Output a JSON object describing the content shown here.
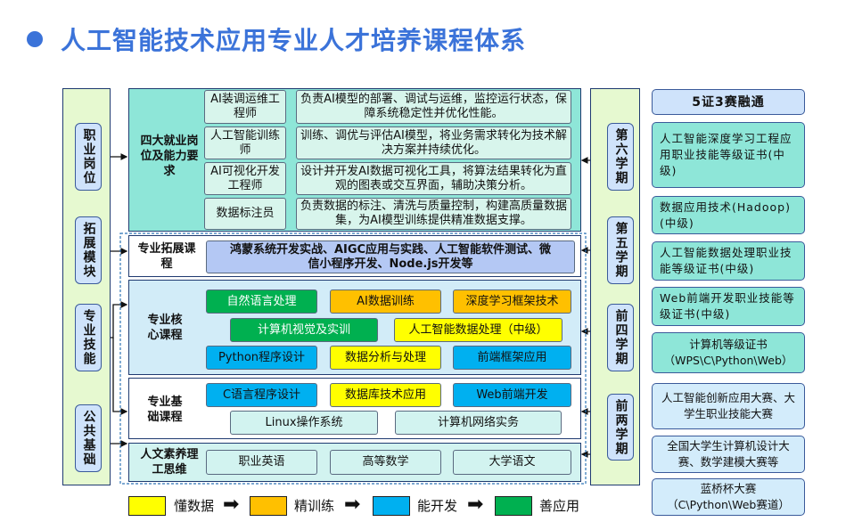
{
  "title": "人工智能技术应用专业人才培养课程体系",
  "left_modules": [
    "职业岗位",
    "拓展模块",
    "专业技能",
    "公共基础"
  ],
  "semesters": [
    "第六学期",
    "第五学期",
    "前四学期",
    "前两学期"
  ],
  "jobs": {
    "label": "四大就业岗位及能力要求",
    "items": [
      {
        "role": "AI装调运维工程师",
        "desc": "负责AI模型的部署、调试与运维，监控运行状态，保障系统稳定性并优化性能。"
      },
      {
        "role": "人工智能训练师",
        "desc": "训练、调优与评估AI模型，将业务需求转化为技术解决方案并持续优化。"
      },
      {
        "role": "AI可视化开发工程师",
        "desc": "设计并开发AI数据可视化工具，将算法结果转化为直观的图表或交互界面，辅助决策分析。"
      },
      {
        "role": "数据标注员",
        "desc": "负责数据的标注、清洗与质量控制，构建高质量数据集，为AI模型训练提供精准数据支撑。"
      }
    ]
  },
  "extension": {
    "label": "专业拓展课程",
    "content": "鸿蒙系统开发实战、AIGC应用与实践、人工智能软件测试、微信小程序开发、Node.js开发等"
  },
  "core": {
    "label": "专业核心课程",
    "courses": [
      "自然语言处理",
      "AI数据训练",
      "深度学习框架技术",
      "计算机视觉及实训",
      "人工智能数据处理（中级）",
      "Python程序设计",
      "数据分析与处理",
      "前端框架应用"
    ]
  },
  "basic": {
    "label": "专业基础课程",
    "courses": [
      "C语言程序设计",
      "数据库技术应用",
      "Web前端开发",
      "Linux操作系统",
      "计算机网络实务"
    ]
  },
  "humanities": {
    "label": "人文素养理工思维",
    "courses": [
      "职业英语",
      "高等数学",
      "大学语文"
    ]
  },
  "legend": [
    {
      "label": "懂数据",
      "color": "#ffff00"
    },
    {
      "label": "精训练",
      "color": "#ffc000"
    },
    {
      "label": "能开发",
      "color": "#00b0f0"
    },
    {
      "label": "善应用",
      "color": "#00b050"
    }
  ],
  "certs": {
    "header": "5证3赛融通",
    "certificates": [
      "人工智能深度学习工程应用职业技能等级证书(中级)",
      "数据应用技术(Hadoop)(中级)",
      "人工智能数据处理职业技能等级证书(中级)",
      "Web前端开发职业技能等级证书(中级)",
      "计算机等级证书（WPS\\C\\Python\\Web）"
    ],
    "competitions": [
      "人工智能创新应用大赛、大学生职业技能大赛",
      "全国大学生计算机设计大赛、数学建模大赛等",
      "蓝桥杯大赛（C\\Python\\Web赛道）"
    ]
  }
}
